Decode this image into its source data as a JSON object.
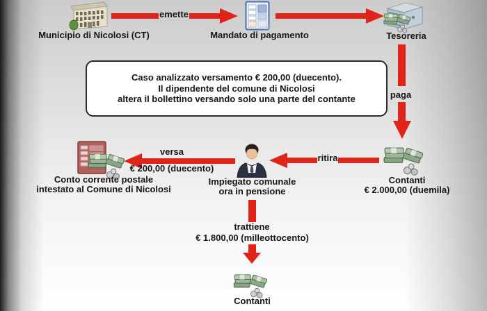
{
  "diagram": {
    "note_box": {
      "line1": "Caso analizzato versamento € 200,00 (duecento).",
      "line2": "Il dipendente del comune di Nicolosi",
      "line3": "altera il bollettino versando solo una parte del contante"
    },
    "nodes": {
      "municipio": {
        "label": "Municipio di Nicolosi (CT)",
        "icon": "town-hall-building-icon"
      },
      "mandato": {
        "label": "Mandato di pagamento",
        "icon": "payment-form-document-icon"
      },
      "tesoreria": {
        "label": "Tesoreria",
        "icon": "safe-with-cash-icon"
      },
      "conto": {
        "label_line1": "Conto corrente postale",
        "label_line2": "intestato al Comune di Nicolosi",
        "icon": "postal-slip-with-cash-icon"
      },
      "impiegato": {
        "label_line1": "Impiegato comunale",
        "label_line2": "ora in pensione",
        "icon": "businessman-icon"
      },
      "contanti_ritirati": {
        "label_line1": "Contanti",
        "label_line2": "€ 2.000,00 (duemila)",
        "icon": "cash-stack-icon"
      },
      "contanti_trattenuti": {
        "label": "Contanti",
        "icon": "cash-stack-icon"
      }
    },
    "edges": {
      "emette": {
        "label": "emette"
      },
      "paga": {
        "label": "paga"
      },
      "versa": {
        "label_line1": "versa",
        "label_line2": "€ 200,00 (duecento)"
      },
      "ritira": {
        "label": "ritira"
      },
      "trattiene": {
        "label_line1": "trattiene",
        "label_line2": "€ 1.800,00 (milleottocento)"
      }
    },
    "colors": {
      "arrow_red": "#e02419",
      "text": "#161616",
      "note_bg": "#ffffff",
      "note_border": "#2a2a2a"
    }
  }
}
